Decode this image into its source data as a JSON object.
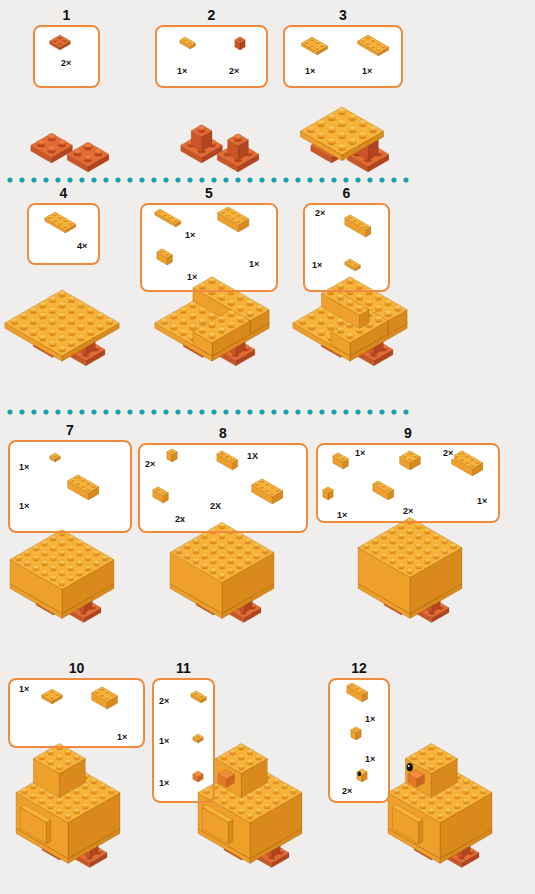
{
  "diagram": {
    "nodes": [
      {
        "text": [
          "1",
          "2×"
        ]
      },
      {
        "text": [
          "2",
          "1×",
          "2×"
        ]
      },
      {
        "text": [
          "3",
          "1×",
          "1×"
        ]
      },
      {
        "text": [
          "4",
          "4×"
        ]
      },
      {
        "text": [
          "5",
          "1×",
          "1×",
          "1×"
        ]
      },
      {
        "text": [
          "6",
          "2×",
          "1×"
        ]
      },
      {
        "text": [
          "7",
          "1×",
          "1×"
        ]
      },
      {
        "text": [
          "8",
          "2×",
          "1X",
          "2x",
          "2X"
        ]
      },
      {
        "text": [
          "9",
          "1×",
          "2×",
          "1×",
          "2×",
          "1×"
        ]
      },
      {
        "text": [
          "10",
          "1×",
          "1×"
        ]
      },
      {
        "text": [
          "11",
          "2×",
          "1×",
          "1×"
        ]
      },
      {
        "text": [
          "12",
          "1×",
          "1×",
          "2×"
        ]
      }
    ]
  }
}
